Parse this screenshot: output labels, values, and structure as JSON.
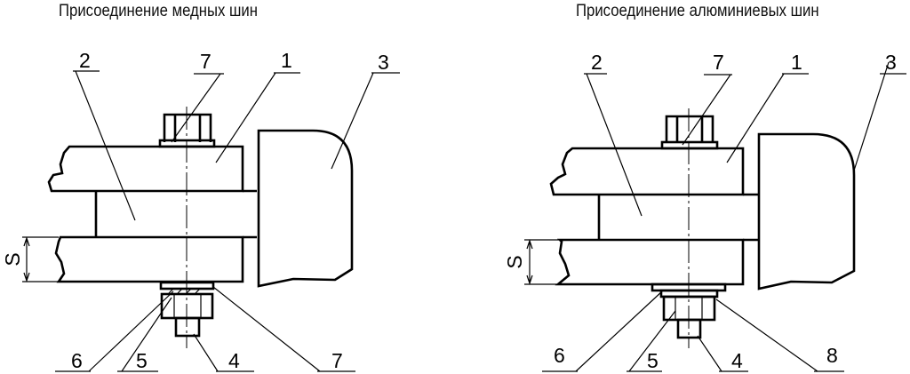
{
  "titles": {
    "copper": "Присоединение медных шин",
    "aluminium": "Присоединение алюминиевых шин"
  },
  "copper_labels": {
    "top": [
      "2",
      "7",
      "1",
      "3"
    ],
    "bottom": [
      "6",
      "5",
      "4",
      "7"
    ],
    "dimension": "S"
  },
  "aluminium_labels": {
    "top": [
      "2",
      "7",
      "1",
      "3"
    ],
    "bottom": [
      "6",
      "5",
      "4",
      "8"
    ],
    "dimension": "S"
  }
}
